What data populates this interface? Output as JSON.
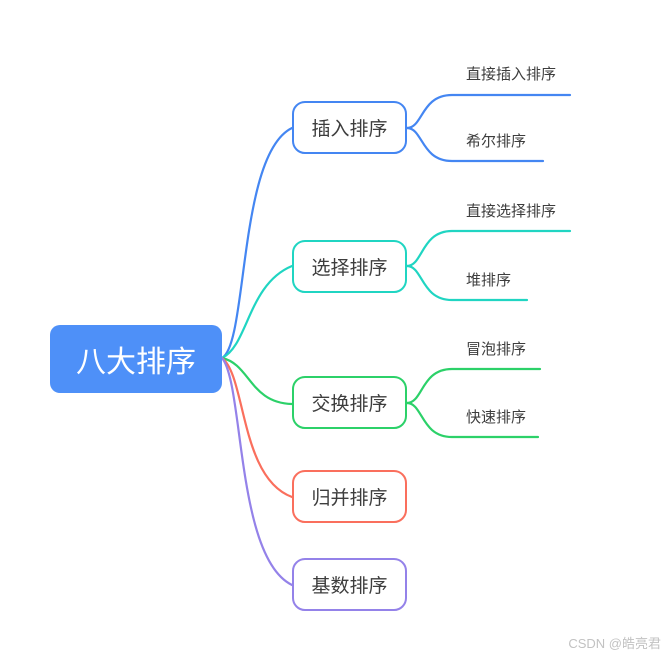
{
  "root": {
    "label": "八大排序",
    "fill": "#4E90F8",
    "text_color": "#ffffff"
  },
  "branches": [
    {
      "label": "插入排序",
      "color": "#4486F2",
      "children": [
        {
          "label": "直接插入排序"
        },
        {
          "label": "希尔排序"
        }
      ]
    },
    {
      "label": "选择排序",
      "color": "#20D5C2",
      "children": [
        {
          "label": "直接选择排序"
        },
        {
          "label": "堆排序"
        }
      ]
    },
    {
      "label": "交换排序",
      "color": "#2CD169",
      "children": [
        {
          "label": "冒泡排序"
        },
        {
          "label": "快速排序"
        }
      ]
    },
    {
      "label": "归并排序",
      "color": "#FA6F5D",
      "children": []
    },
    {
      "label": "基数排序",
      "color": "#9482E9",
      "children": []
    }
  ],
  "watermark": {
    "text": "CSDN @皓亮君",
    "color": "#C2C2C2"
  }
}
